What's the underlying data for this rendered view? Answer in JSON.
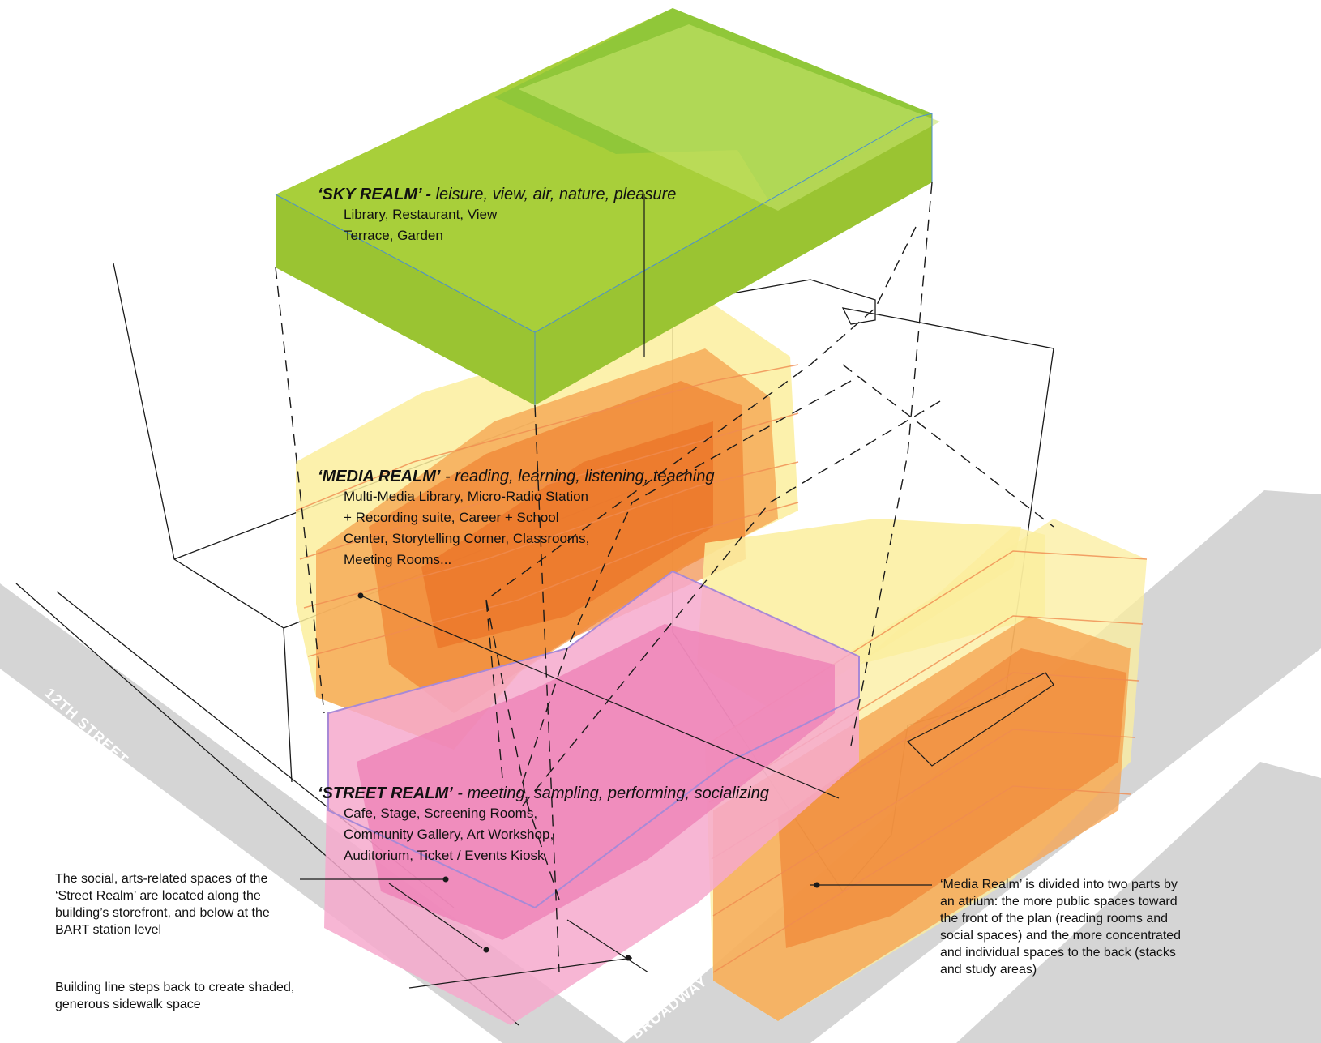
{
  "sky_realm": {
    "name": "‘SKY REALM’ -",
    "keywords": "leisure, view, air, nature, pleasure",
    "items": [
      "Library, Restaurant, View",
      "Terrace, Garden"
    ]
  },
  "media_realm": {
    "name": "‘MEDIA REALM’",
    "keywords": "- reading, learning, listening, teaching",
    "items": [
      "Multi-Media Library, Micro-Radio Station",
      "+ Recording suite, Career + School",
      "Center, Storytelling Corner, Classrooms,",
      "Meeting Rooms..."
    ]
  },
  "street_realm": {
    "name": "‘STREET REALM’",
    "keywords": "- meeting, sampling, performing, socializing",
    "items": [
      "Cafe, Stage, Screening Rooms,",
      "Community Gallery, Art Workshop,",
      "Auditorium, Ticket / Events Kiosk"
    ]
  },
  "notes": {
    "street_realm_note": [
      "The social, arts-related spaces of the",
      "‘Street Realm’ are located along the",
      "building’s storefront, and below at the",
      "BART station level"
    ],
    "building_line_note": [
      "Building line steps back to create shaded,",
      "generous sidewalk space"
    ],
    "media_realm_note": [
      "‘Media Realm’ is divided into two parts by",
      "an atrium: the more public spaces toward",
      "the front of the plan (reading rooms and",
      "social spaces) and the more concentrated",
      "and individual spaces to the back (stacks",
      "and study areas)"
    ]
  },
  "streets": {
    "twelfth": "12TH STREET",
    "broadway": "BROADWAY"
  },
  "colors": {
    "sky_green": "#a8cf3a",
    "sky_green_light": "#c6e26a",
    "media_yellow": "#fbee9e",
    "media_orange": "#f6a24e",
    "media_deep_orange": "#ee7a2a",
    "street_pink": "#f6a9cd",
    "street_magenta": "#ee7fb5",
    "street_gray": "#d5d5d5",
    "outline": "#1a1a1a"
  }
}
